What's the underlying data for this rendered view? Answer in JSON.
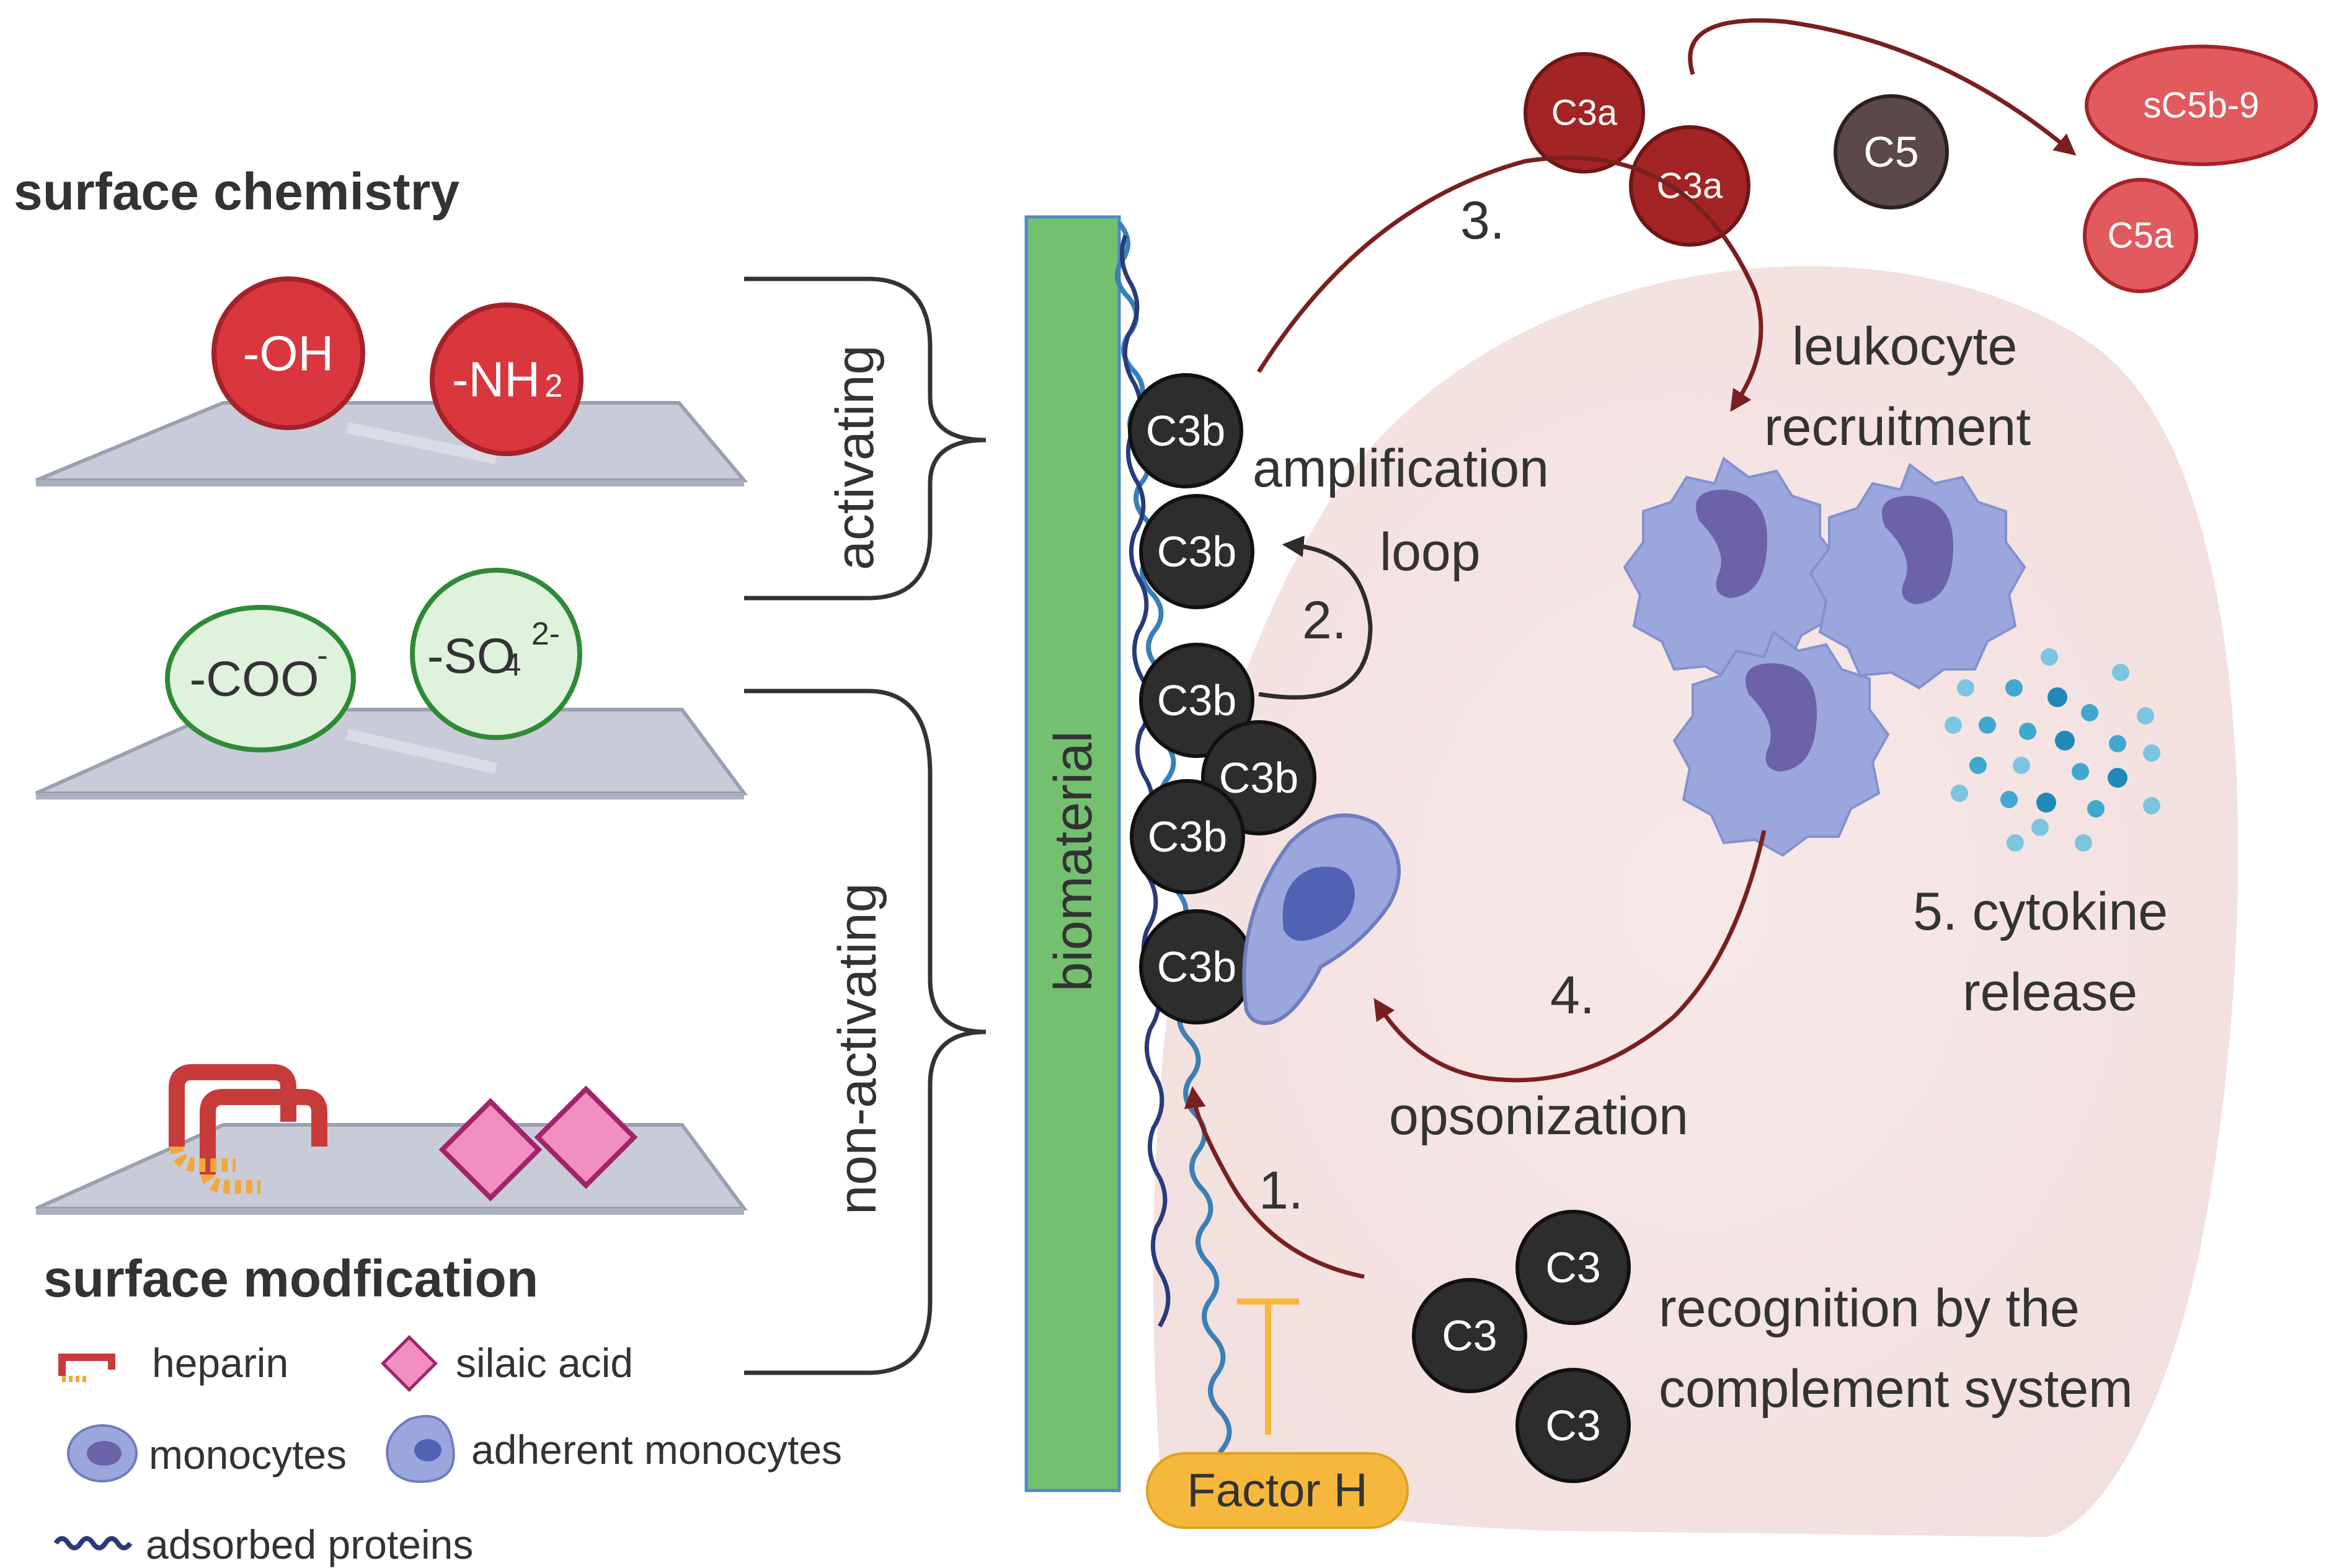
{
  "surface_chemistry": {
    "title": "surface chemistry",
    "activating_groups": [
      "-OH",
      "-NH",
      "2"
    ],
    "non_activating_groups": [
      "-COO",
      "-",
      "-SO",
      "4",
      "2-"
    ],
    "activating_label": "activating",
    "non_activating_label": "non-activating"
  },
  "surface_modification": {
    "title": "surface modfication"
  },
  "legend": {
    "heparin": "heparin",
    "silaic_acid": "silaic acid",
    "monocytes": "monocytes",
    "adherent_monocytes": "adherent monocytes",
    "adsorbed_proteins": "adsorbed proteins"
  },
  "biomaterial_label": "biomaterial",
  "molecules": {
    "c3b": "C3b",
    "c3": "C3",
    "c3a": "C3a",
    "c5": "C5",
    "c5a": "C5a",
    "sc5b9": "sC5b-9",
    "factor_h": "Factor H"
  },
  "steps": {
    "step1": "1.",
    "step2": "2.",
    "step3": "3.",
    "step4": "4.",
    "amplification_line1": "amplification",
    "amplification_line2": "loop",
    "leukocyte_line1": "leukocyte",
    "leukocyte_line2": "recruitment",
    "cytokine_line1": "5. cytokine",
    "cytokine_line2": "release",
    "opsonization": "opsonization",
    "recognition_line1": "recognition by the",
    "recognition_line2": "complement system"
  },
  "colors": {
    "activating_red": "#d9363e",
    "non_activating_green": "#def2dc",
    "biomaterial_green": "#73c06f",
    "complement_dark": "#2d2d2d",
    "anaphylatoxin_red": "#a32424",
    "factor_h_orange": "#f6b83c",
    "arrow_maroon": "#7a1f1f",
    "cell_blue": "#9aa6dc",
    "zone_pink": "#f3dfde",
    "cytokine_blue": "#3fa8cf"
  }
}
